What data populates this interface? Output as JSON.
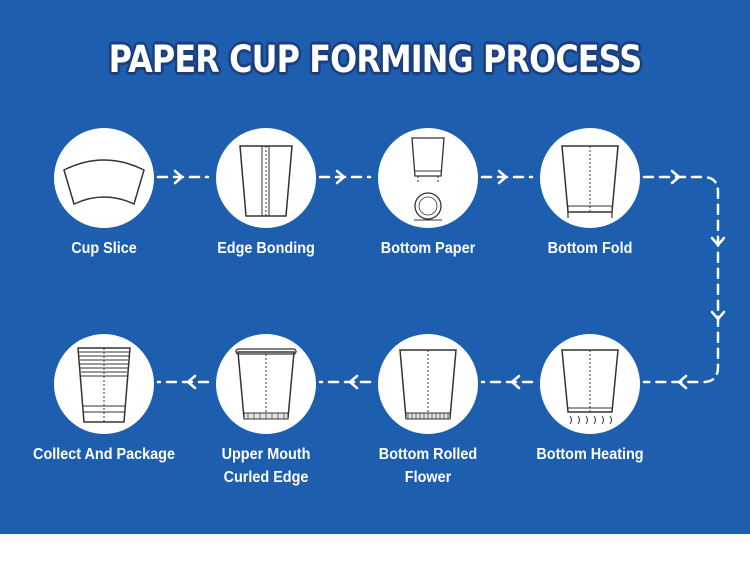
{
  "title": "PAPER CUP FORMING PROCESS",
  "colors": {
    "background": "#1d5eae",
    "circle": "#ffffff",
    "text": "#ffffff",
    "connector": "#ffffff"
  },
  "steps": [
    {
      "id": "cup-slice",
      "lines": [
        "Cup Slice"
      ],
      "icon": "cup-slice-icon"
    },
    {
      "id": "edge-bonding",
      "lines": [
        "Edge Bonding"
      ],
      "icon": "edge-bonding-icon"
    },
    {
      "id": "bottom-paper",
      "lines": [
        "Bottom Paper"
      ],
      "icon": "bottom-paper-icon"
    },
    {
      "id": "bottom-fold",
      "lines": [
        "Bottom Fold"
      ],
      "icon": "bottom-fold-icon"
    },
    {
      "id": "bottom-heating",
      "lines": [
        "Bottom Heating"
      ],
      "icon": "bottom-heating-icon"
    },
    {
      "id": "bottom-rolled-flower",
      "lines": [
        "Bottom Rolled",
        "Flower"
      ],
      "icon": "bottom-rolled-flower-icon"
    },
    {
      "id": "upper-mouth-curled-edge",
      "lines": [
        "Upper Mouth",
        "Curled Edge"
      ],
      "icon": "upper-mouth-curled-edge-icon"
    },
    {
      "id": "collect-and-package",
      "lines": [
        "Collect And Package"
      ],
      "icon": "collect-and-package-icon"
    }
  ]
}
